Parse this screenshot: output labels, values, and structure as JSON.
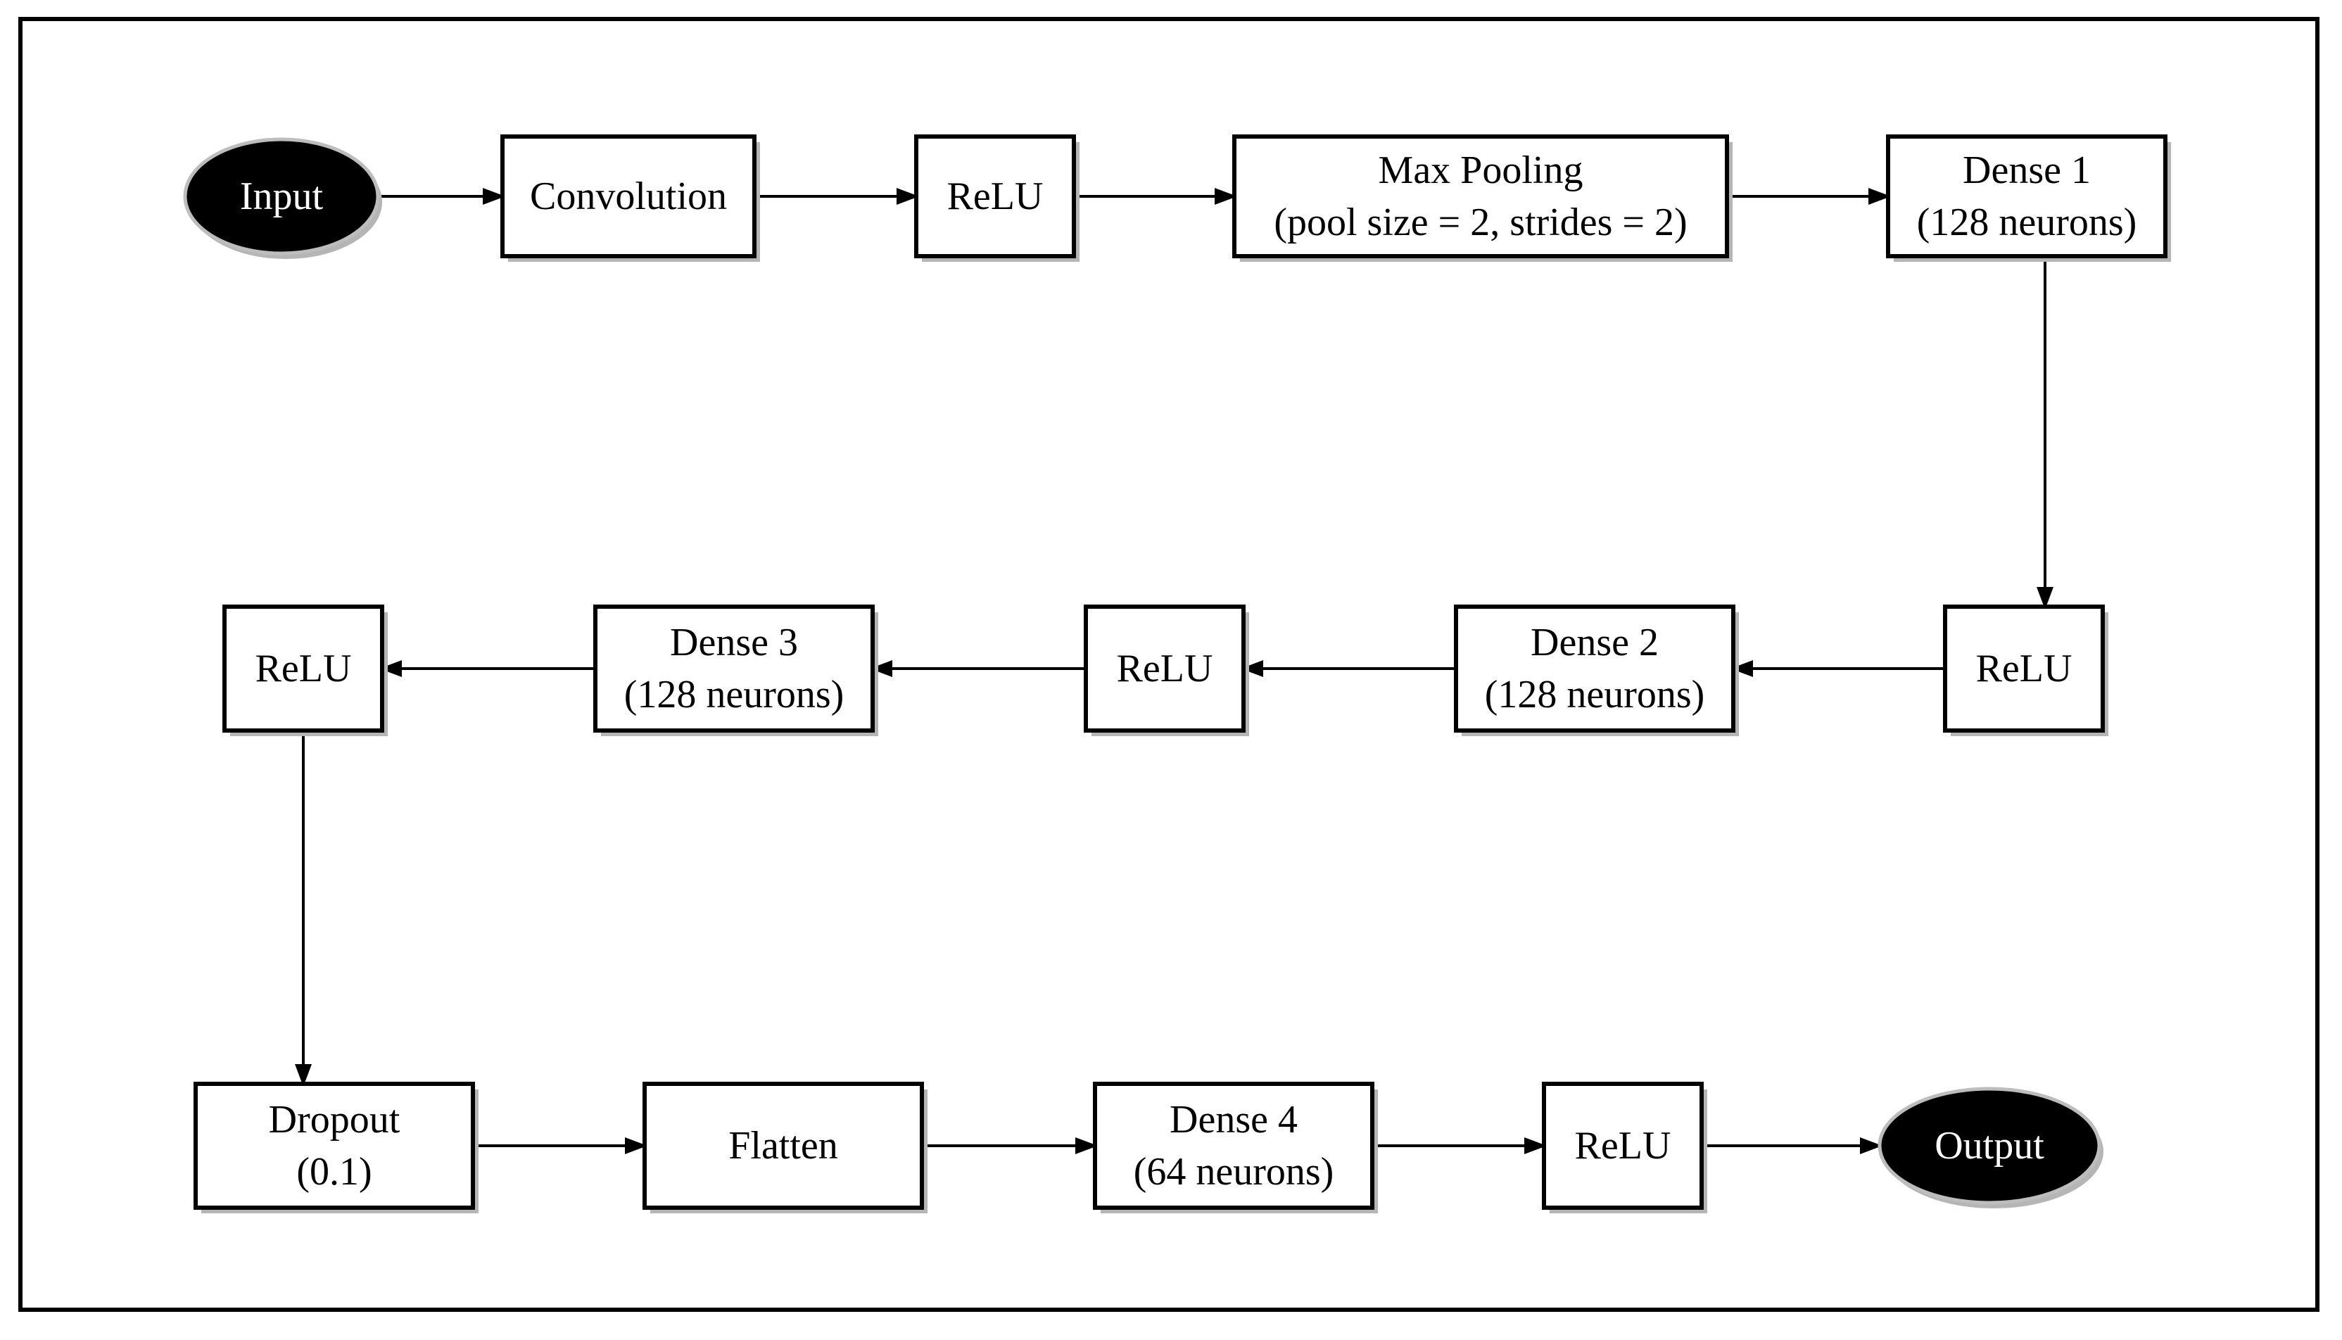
{
  "nodes": [
    {
      "id": "input",
      "shape": "ellipse",
      "lines": [
        "Input"
      ]
    },
    {
      "id": "convolution",
      "shape": "rect",
      "lines": [
        "Convolution"
      ]
    },
    {
      "id": "relu-1",
      "shape": "rect",
      "lines": [
        "ReLU"
      ]
    },
    {
      "id": "max-pooling",
      "shape": "rect",
      "lines": [
        "Max Pooling",
        "(pool size = 2, strides = 2)"
      ]
    },
    {
      "id": "dense-1",
      "shape": "rect",
      "lines": [
        "Dense 1",
        "(128 neurons)"
      ]
    },
    {
      "id": "relu-2",
      "shape": "rect",
      "lines": [
        "ReLU"
      ]
    },
    {
      "id": "dense-2",
      "shape": "rect",
      "lines": [
        "Dense 2",
        "(128 neurons)"
      ]
    },
    {
      "id": "relu-3",
      "shape": "rect",
      "lines": [
        "ReLU"
      ]
    },
    {
      "id": "dense-3",
      "shape": "rect",
      "lines": [
        "Dense 3",
        "(128 neurons)"
      ]
    },
    {
      "id": "relu-4",
      "shape": "rect",
      "lines": [
        "ReLU"
      ]
    },
    {
      "id": "dropout",
      "shape": "rect",
      "lines": [
        "Dropout",
        "(0.1)"
      ]
    },
    {
      "id": "flatten",
      "shape": "rect",
      "lines": [
        "Flatten"
      ]
    },
    {
      "id": "dense-4",
      "shape": "rect",
      "lines": [
        "Dense 4",
        "(64 neurons)"
      ]
    },
    {
      "id": "relu-5",
      "shape": "rect",
      "lines": [
        "ReLU"
      ]
    },
    {
      "id": "output",
      "shape": "ellipse",
      "lines": [
        "Output"
      ]
    }
  ],
  "edges": [
    {
      "from": "input",
      "to": "convolution"
    },
    {
      "from": "convolution",
      "to": "relu-1"
    },
    {
      "from": "relu-1",
      "to": "max-pooling"
    },
    {
      "from": "max-pooling",
      "to": "dense-1"
    },
    {
      "from": "dense-1",
      "to": "relu-2"
    },
    {
      "from": "relu-2",
      "to": "dense-2"
    },
    {
      "from": "dense-2",
      "to": "relu-3"
    },
    {
      "from": "relu-3",
      "to": "dense-3"
    },
    {
      "from": "dense-3",
      "to": "relu-4"
    },
    {
      "from": "relu-4",
      "to": "dropout"
    },
    {
      "from": "dropout",
      "to": "flatten"
    },
    {
      "from": "flatten",
      "to": "dense-4"
    },
    {
      "from": "dense-4",
      "to": "relu-5"
    },
    {
      "from": "relu-5",
      "to": "output"
    }
  ]
}
